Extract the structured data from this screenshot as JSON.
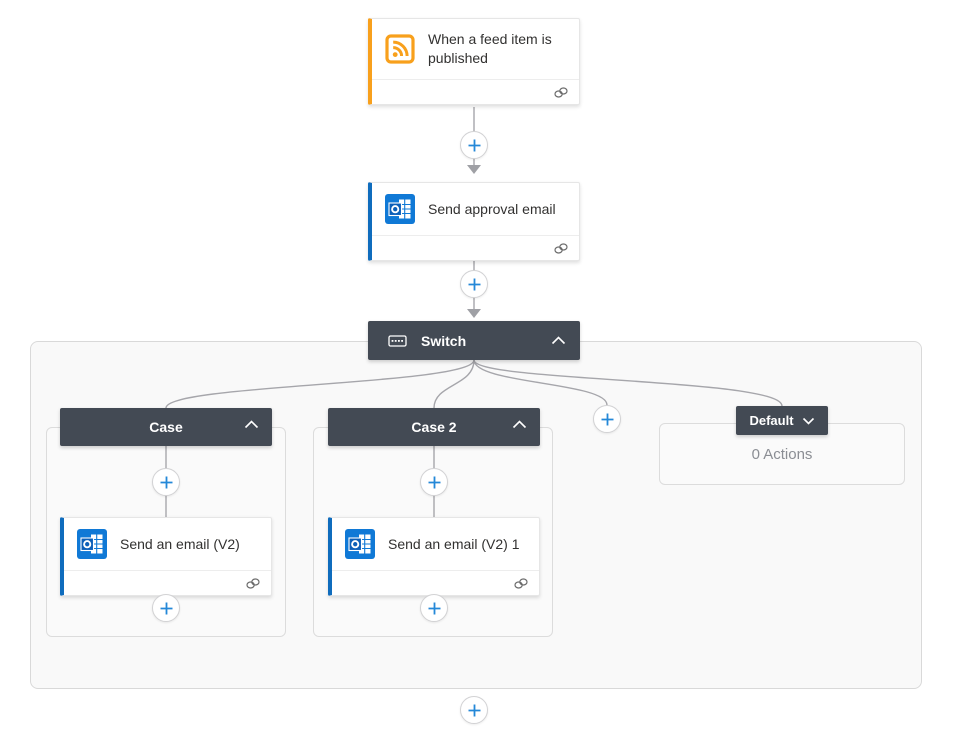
{
  "app": "flow-designer",
  "colors": {
    "scope_header_dark": "#434a54",
    "rss_orange": "#f8a01c",
    "outlook_blue": "#0f6cbd",
    "plus_blue": "#2488d8",
    "connector_gray": "#a6a6ab",
    "container_bg": "#f9f9f9"
  },
  "icons": {
    "trigger": "rss-icon",
    "email": "outlook-icon",
    "switch": "switch-icon",
    "collapse": "chevron-up-icon",
    "expand": "chevron-down-icon",
    "connection": "link-icon",
    "insert": "plus-icon"
  },
  "trigger": {
    "title": "When a feed item is published"
  },
  "approval": {
    "title": "Send approval email"
  },
  "switch": {
    "label": "Switch"
  },
  "cases": [
    {
      "label": "Case",
      "action": {
        "title": "Send an email (V2)"
      }
    },
    {
      "label": "Case 2",
      "action": {
        "title": "Send an email (V2) 1"
      }
    }
  ],
  "default_branch": {
    "label": "Default",
    "body": "0 Actions"
  }
}
